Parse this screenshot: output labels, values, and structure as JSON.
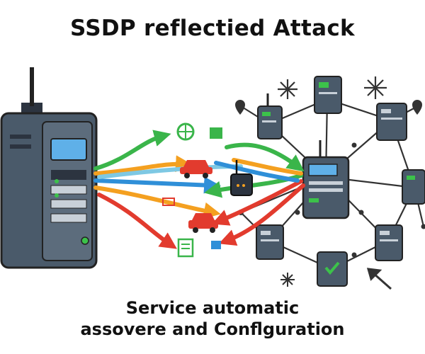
{
  "title": "SSDP reflectied Attack",
  "subtitle": {
    "line1": "Service automatic",
    "line2": "assovere and Conflguration"
  },
  "colors": {
    "device_body": "#4a5a6a",
    "device_dark": "#2c3440",
    "screen": "#5fb0e8",
    "led_green": "#3cc24a",
    "arrow_green": "#3ab54a",
    "arrow_red": "#e23b2e",
    "arrow_blue": "#2f8fd8",
    "arrow_orange": "#f4a020",
    "node_line": "#333333"
  }
}
